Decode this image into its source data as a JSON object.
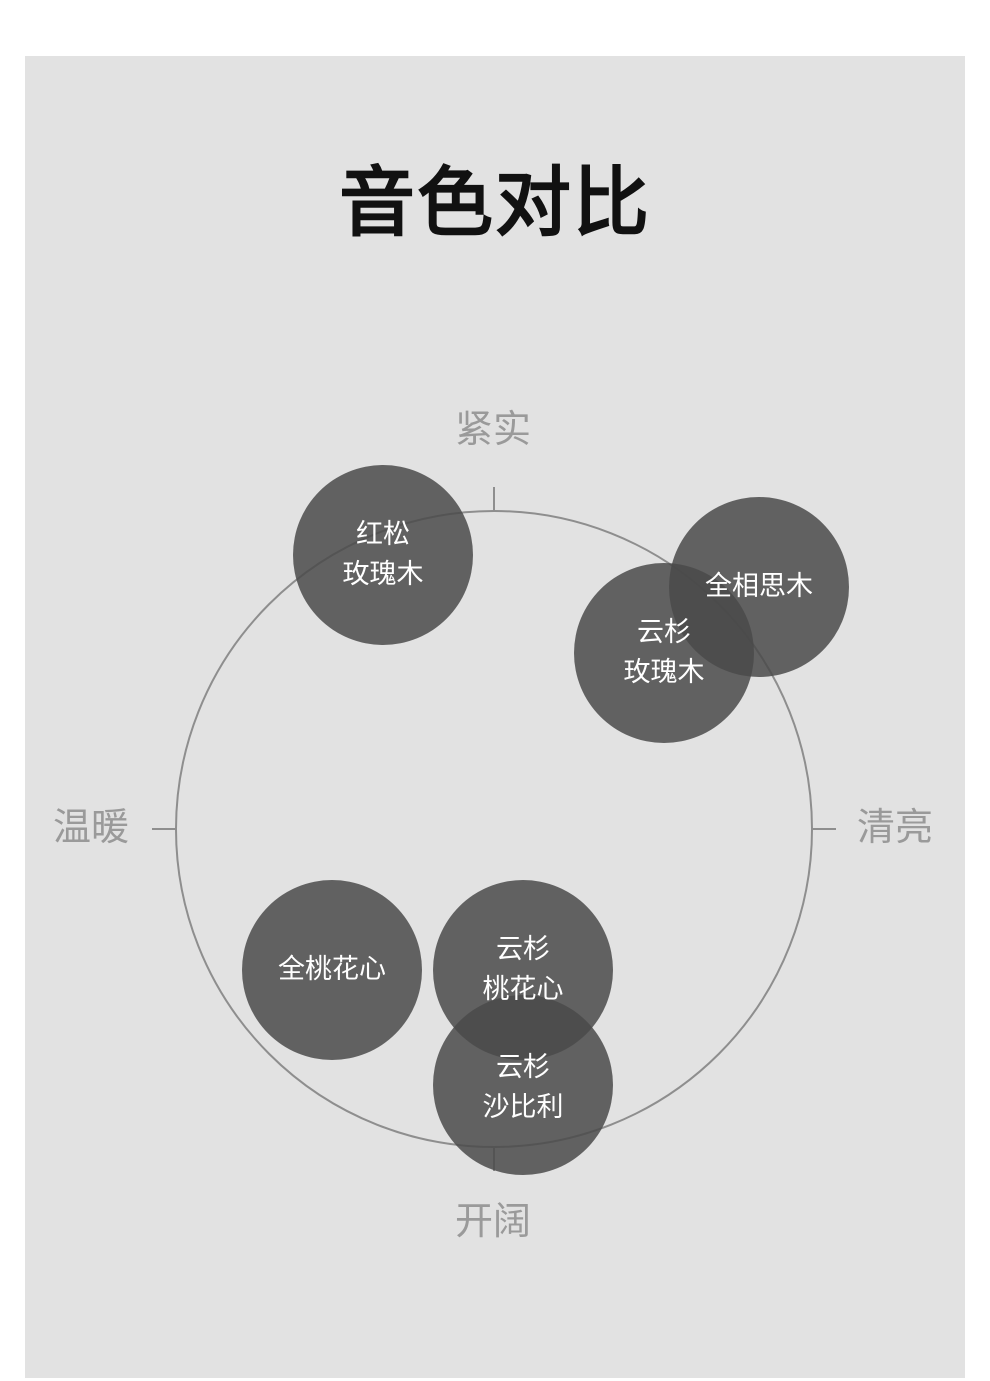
{
  "title": "音色对比",
  "axes": {
    "top": "紧实",
    "bottom": "开阔",
    "left": "温暖",
    "right": "清亮"
  },
  "colors": {
    "panel": "#e2e2e2",
    "bubble": "#4a4a4a",
    "ring": "#8e8e8e",
    "axis_text": "#9a9a9a"
  },
  "woods": [
    {
      "id": "red-pine-rosewood",
      "line1": "红松",
      "line2": "玫瑰木"
    },
    {
      "id": "solid-acacia",
      "line1": "全相思木",
      "line2": ""
    },
    {
      "id": "spruce-rosewood",
      "line1": "云杉",
      "line2": "玫瑰木"
    },
    {
      "id": "solid-mahogany",
      "line1": "全桃花心",
      "line2": ""
    },
    {
      "id": "spruce-mahogany",
      "line1": "云杉",
      "line2": "桃花心"
    },
    {
      "id": "spruce-sapele",
      "line1": "云杉",
      "line2": "沙比利"
    }
  ]
}
